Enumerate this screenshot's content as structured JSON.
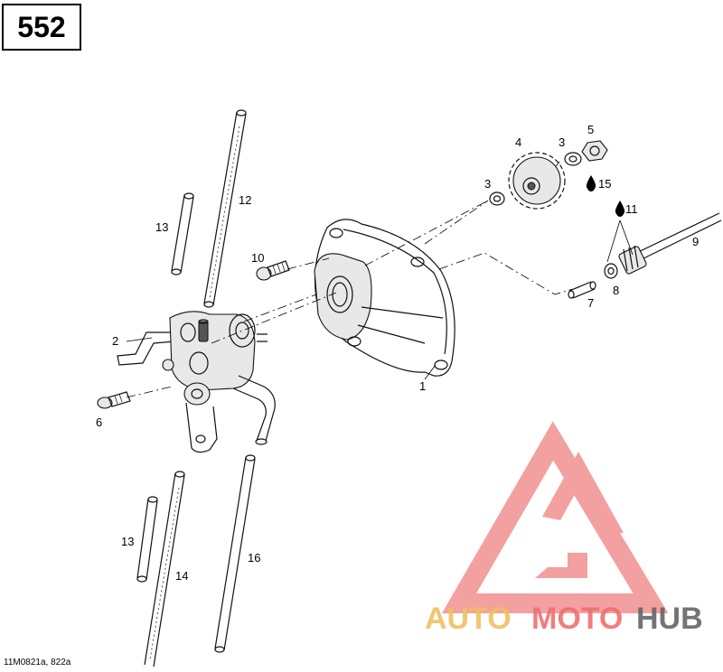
{
  "page_number": "552",
  "figure_code": "11M0821a, 822a",
  "watermark": {
    "word_auto": "AUTO",
    "word_moto": "MOTO",
    "word_hub": "HUB",
    "color_auto": "#f0c060",
    "color_moto": "#f07070",
    "color_hub": "#666666",
    "triangle_color": "#f29090"
  },
  "callouts": {
    "c1": "1",
    "c2": "2",
    "c3a": "3",
    "c3b": "3",
    "c4": "4",
    "c5": "5",
    "c6": "6",
    "c7": "7",
    "c8": "8",
    "c9": "9",
    "c10": "10",
    "c11": "11",
    "c12": "12",
    "c13a": "13",
    "c13b": "13",
    "c14": "14",
    "c15": "15",
    "c16": "16"
  },
  "icons": {
    "lube": "oil-drop-icon"
  }
}
